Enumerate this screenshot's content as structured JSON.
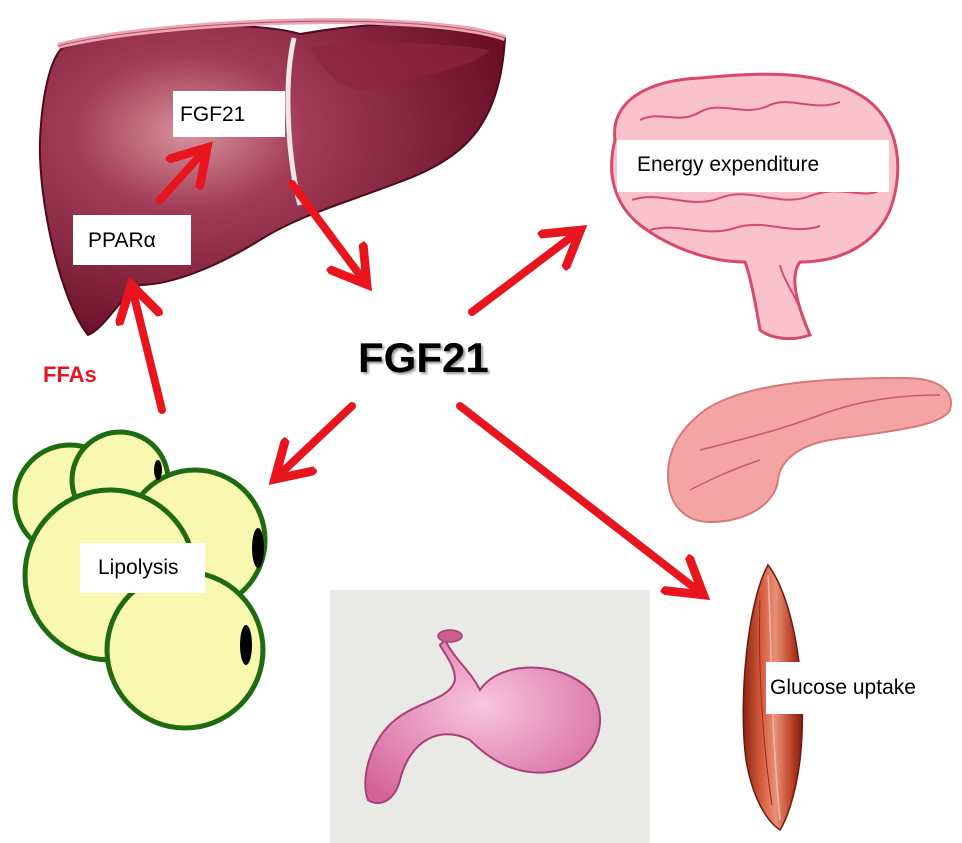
{
  "center_label": "FGF21",
  "liver": {
    "top_label": "FGF21",
    "receptor_label": "PPARα"
  },
  "ffas_label": "FFAs",
  "adipose_label": "Lipolysis",
  "brain_label": "Energy expenditure",
  "muscle_label": "Glucose uptake",
  "colors": {
    "arrow": "#e8141e",
    "liver": "#7a1632",
    "liver_highlight": "#c87b86",
    "fat_fill": "#f8f8b0",
    "fat_outline": "#1f6b12",
    "brain": "#f7b8c4",
    "brain_line": "#d9496a",
    "pancreas": "#f3a2a2",
    "stomach": "#e07aa8",
    "muscle": "#c6401f"
  }
}
